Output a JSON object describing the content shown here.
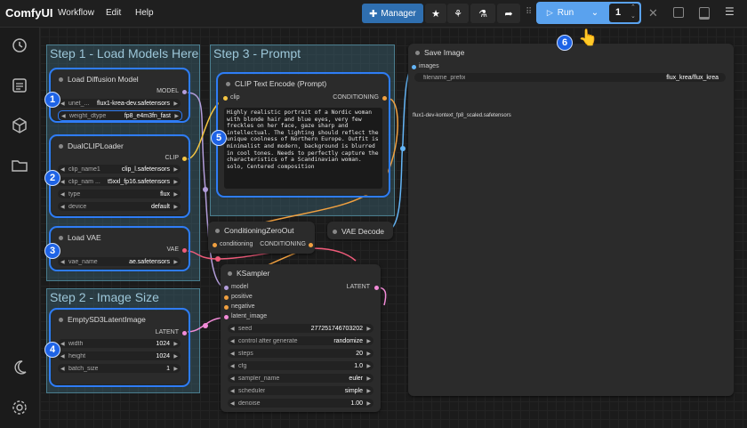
{
  "app": {
    "name": "ComfyUI"
  },
  "menu": [
    "Workflow",
    "Edit",
    "Help"
  ],
  "toolbar": {
    "manager_label": "Manager",
    "run_label": "Run",
    "queue_count": "1"
  },
  "groups": {
    "step1": "Step 1 - Load Models Here",
    "step2": "Step 2 - Image Size",
    "step3": "Step 3 - Prompt"
  },
  "nodes": {
    "load_diffusion": {
      "title": "Load Diffusion Model",
      "output": "MODEL",
      "unet_label": "unet_...",
      "unet_value": "flux1-krea-dev.safetensors",
      "dtype_label": "weight_dtype",
      "dtype_value": "fp8_e4m3fn_fast"
    },
    "dual_clip": {
      "title": "DualCLIPLoader",
      "output": "CLIP",
      "clip1_label": "clip_name1",
      "clip1_value": "clip_l.safetensors",
      "clip2_label": "clip_nam ...",
      "clip2_value": "t5xxl_fp16.safetensors",
      "type_label": "type",
      "type_value": "flux",
      "device_label": "device",
      "device_value": "default"
    },
    "load_vae": {
      "title": "Load VAE",
      "output": "VAE",
      "vae_label": "vae_name",
      "vae_value": "ae.safetensors"
    },
    "empty_latent": {
      "title": "EmptySD3LatentImage",
      "output": "LATENT",
      "width_label": "width",
      "width_value": "1024",
      "height_label": "height",
      "height_value": "1024",
      "batch_label": "batch_size",
      "batch_value": "1"
    },
    "clip_text": {
      "title": "CLIP Text Encode (Prompt)",
      "input": "clip",
      "output": "CONDITIONING",
      "prompt": "Highly realistic portrait of a Nordic woman with blonde hair and blue eyes, very few freckles on her face, gaze sharp and intellectual. The lighting should reflect the unique coolness of Northern Europe. Outfit is minimalist and modern, background is blurred in cool tones. Needs to perfectly capture the characteristics of a Scandinavian woman. solo, Centered composition"
    },
    "cond_zero": {
      "title": "ConditioningZeroOut",
      "input": "conditioning",
      "output": "CONDITIONING"
    },
    "vae_decode": {
      "title": "VAE Decode"
    },
    "ksampler": {
      "title": "KSampler",
      "output": "LATENT",
      "in_model": "model",
      "in_positive": "positive",
      "in_negative": "negative",
      "in_latent": "latent_image",
      "seed_label": "seed",
      "seed_value": "277251746703202",
      "cag_label": "control after generate",
      "cag_value": "randomize",
      "steps_label": "steps",
      "steps_value": "20",
      "cfg_label": "cfg",
      "cfg_value": "1.0",
      "sampler_label": "sampler_name",
      "sampler_value": "euler",
      "scheduler_label": "scheduler",
      "scheduler_value": "simple",
      "denoise_label": "denoise",
      "denoise_value": "1.00"
    },
    "save_image": {
      "title": "Save Image",
      "input": "images",
      "prefix_label": "filename_prefix",
      "prefix_value": "flux_krea/flux_krea",
      "file_name": "flux1-dev-kontext_fp8_scaled.safetensors"
    }
  },
  "badges": [
    "1",
    "2",
    "3",
    "4",
    "5",
    "6"
  ],
  "colors": {
    "accent": "#2f7cf6",
    "badge": "#1e63e6",
    "clip": "#f5c542",
    "conditioning": "#f0a040",
    "model": "#b39ddb",
    "vae": "#ef5b7a",
    "latent": "#f28bd8",
    "image": "#64b5f6"
  }
}
